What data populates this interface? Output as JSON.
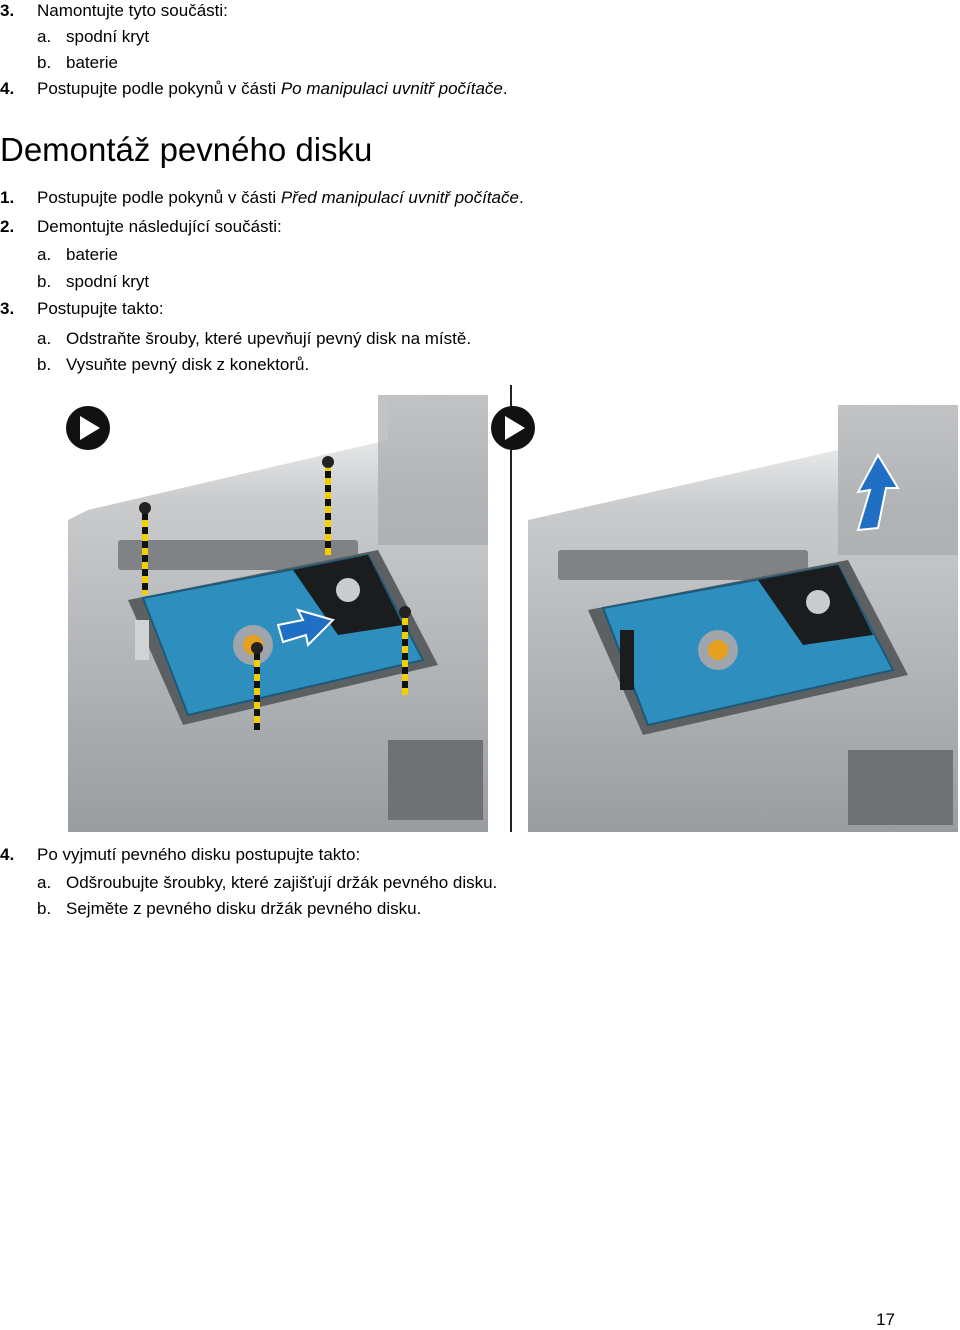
{
  "prev_steps": [
    {
      "num": "3.",
      "text": "Namontujte tyto součásti:"
    },
    {
      "sub": "a.",
      "text": "spodní kryt"
    },
    {
      "sub": "b.",
      "text": "baterie"
    },
    {
      "num": "4.",
      "text_plain": "Postupujte podle pokynů v části ",
      "text_italic": "Po manipulaci uvnitř počítače",
      "text_tail": "."
    }
  ],
  "heading": "Demontáž pevného disku",
  "steps": {
    "s1": {
      "num": "1.",
      "text_plain": "Postupujte podle pokynů v části ",
      "text_italic": "Před manipulací uvnitř počítače",
      "text_tail": "."
    },
    "s2": {
      "num": "2.",
      "text": "Demontujte následující součásti:"
    },
    "s2a": {
      "sub": "a.",
      "text": "baterie"
    },
    "s2b": {
      "sub": "b.",
      "text": "spodní kryt"
    },
    "s3": {
      "num": "3.",
      "text": "Postupujte takto:"
    },
    "s3a": {
      "sub": "a.",
      "text": "Odstraňte šrouby, které upevňují pevný disk na místě."
    },
    "s3b": {
      "sub": "b.",
      "text": "Vysuňte pevný disk z konektorů."
    },
    "s4": {
      "num": "4.",
      "text": "Po vyjmutí pevného disku postupujte takto:"
    },
    "s4a": {
      "sub": "a.",
      "text": "Odšroubujte šroubky, které zajišťují držák pevného disku."
    },
    "s4b": {
      "sub": "b.",
      "text": "Sejměte z pevného disku držák pevného disku."
    }
  },
  "colors": {
    "disk": "#2e8fbf",
    "arrow": "#1f6fc4",
    "screw_line": "#f2d000"
  },
  "page_number": "17"
}
